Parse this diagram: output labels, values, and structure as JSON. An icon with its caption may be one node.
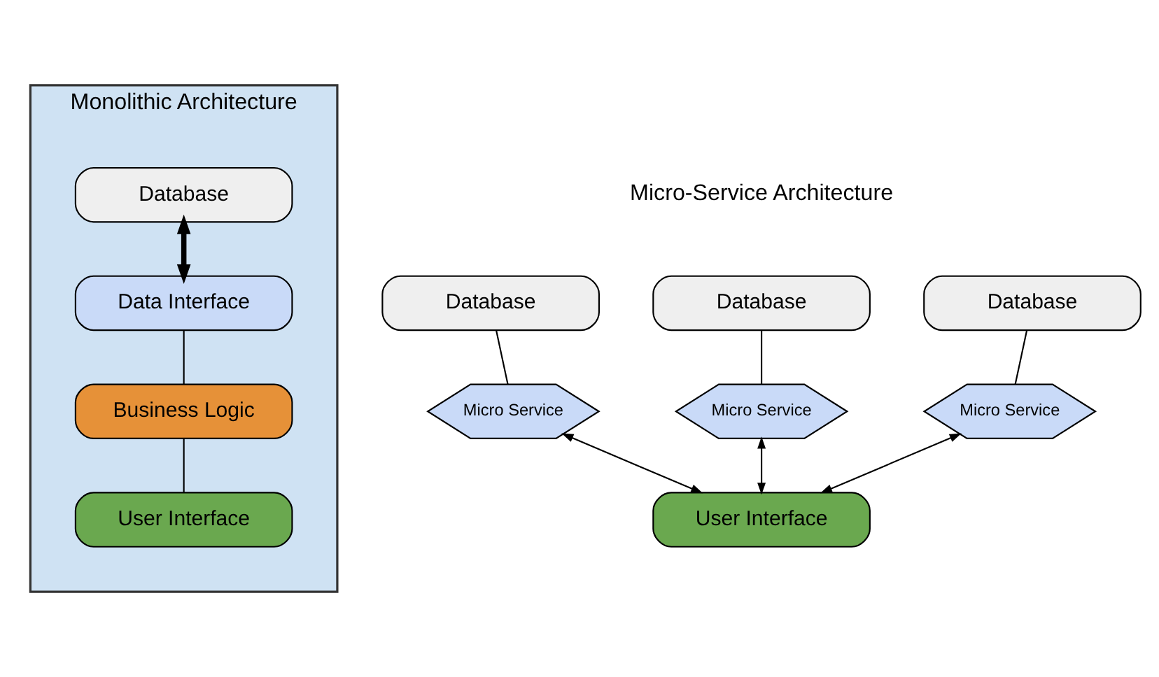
{
  "diagram": {
    "nodes": [
      {
        "text": [
          "Monolithic Architecture"
        ]
      },
      {
        "text": [
          "Database"
        ],
        "in": 0
      },
      {
        "text": [
          "Data Interface"
        ],
        "in": 0
      },
      {
        "text": [
          "Business Logic"
        ],
        "in": 0
      },
      {
        "text": [
          "User Interface"
        ],
        "in": 0
      },
      {
        "text": [
          "Database"
        ]
      },
      {
        "text": [
          "Database"
        ]
      },
      {
        "text": [
          "Database"
        ]
      },
      {
        "text": [
          "Micro Service"
        ]
      },
      {
        "text": [
          "Micro Service"
        ]
      },
      {
        "text": [
          "Micro Service"
        ]
      },
      {
        "text": [
          "User Interface"
        ]
      }
    ],
    "edges": [
      {
        "from": 1,
        "to": 2,
        "arrow": "both",
        "style": "thick"
      },
      {
        "from": 2,
        "to": 3,
        "arrow": "none"
      },
      {
        "from": 3,
        "to": 4,
        "arrow": "none"
      },
      {
        "from": 5,
        "to": 8,
        "arrow": "none"
      },
      {
        "from": 6,
        "to": 9,
        "arrow": "none"
      },
      {
        "from": 7,
        "to": 10,
        "arrow": "none"
      },
      {
        "from": 8,
        "to": 11,
        "arrow": "both"
      },
      {
        "from": 9,
        "to": 11,
        "arrow": "both"
      },
      {
        "from": 10,
        "to": 11,
        "arrow": "both"
      }
    ],
    "labels": [
      "Micro-Service Architecture"
    ]
  }
}
